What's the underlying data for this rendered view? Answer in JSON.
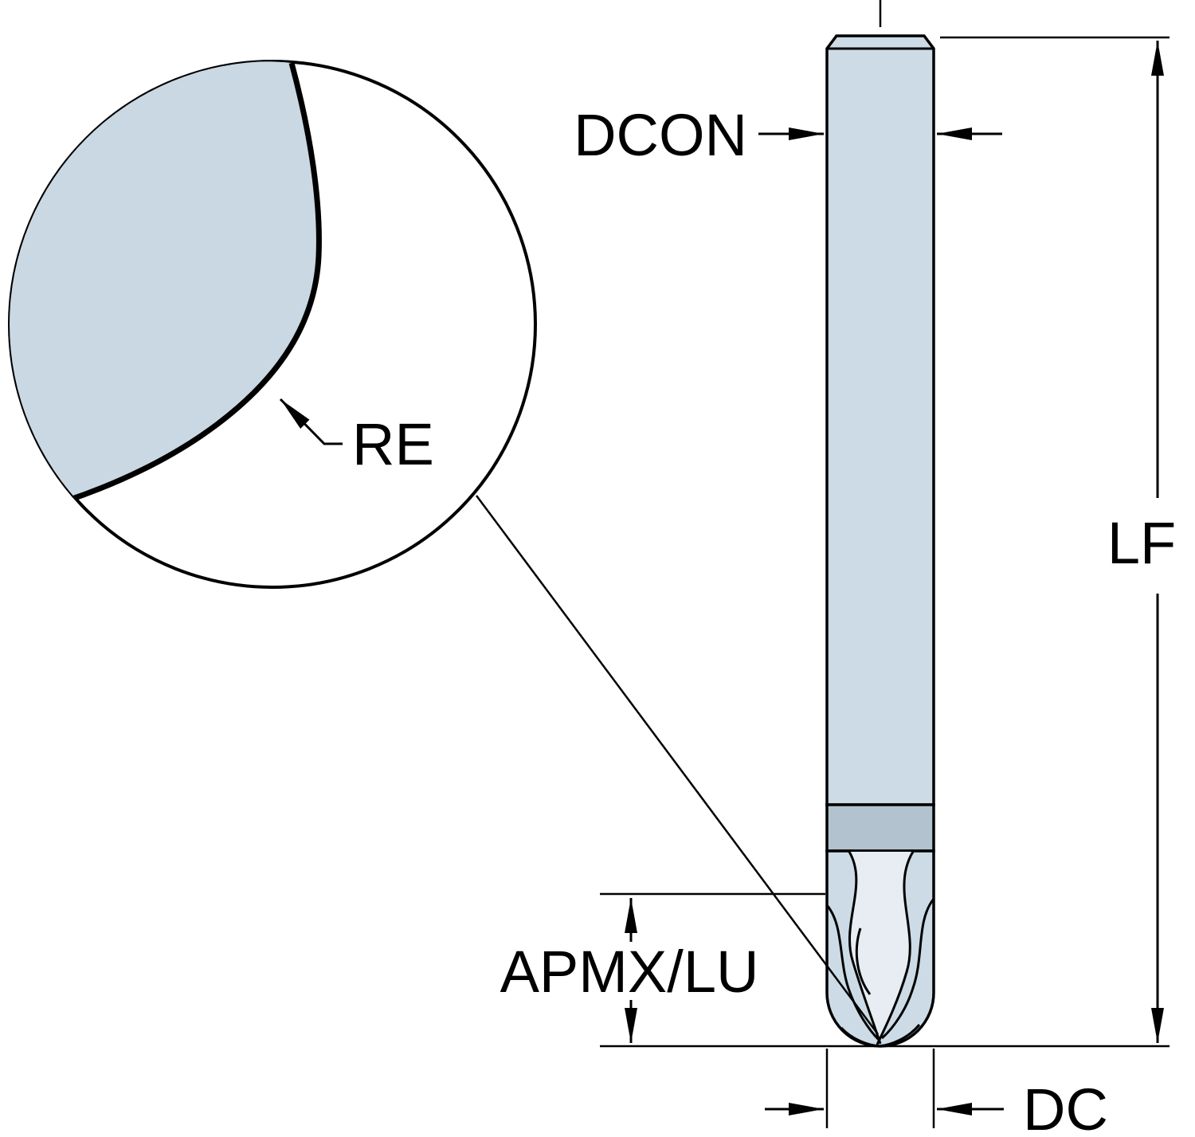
{
  "diagram": {
    "type": "technical-drawing",
    "subject": "ball-nose-end-mill-dimension-diagram",
    "labels": {
      "dcon": "DCON",
      "lf": "LF",
      "re": "RE",
      "apmx_lu": "APMX/LU",
      "dc": "DC"
    },
    "colors": {
      "background": "#ffffff",
      "line": "#000000",
      "tool_body": "#ccdbe5",
      "tool_neck": "#b2c3cf",
      "flute_face": "#e7edf2",
      "detail_fill": "#c9d8e2"
    }
  }
}
